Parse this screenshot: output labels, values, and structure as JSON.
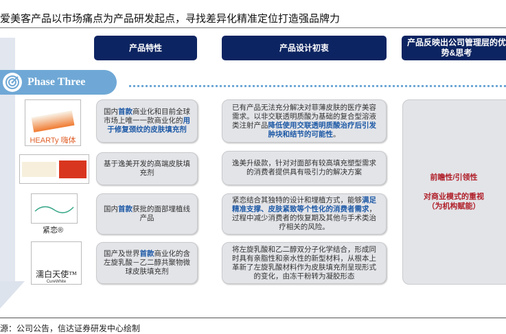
{
  "title": "爱美客产品以市场痛点为产品研发起点，寻找差异化精准定位打造强品牌力",
  "headers": [
    "产品特性",
    "产品设计初衷",
    "产品反映出公司管理层的优势&思考"
  ],
  "phase": "Phase Three",
  "products": [
    {
      "brand": "HEARTy 嗨体",
      "feature": [
        "国内",
        "首款",
        "商业化和目前全球市场上唯一一款商业化的",
        "用于修复颈纹的皮肤填充剂",
        ""
      ],
      "design": [
        "已有产品无法充分解决对菲薄皮肤的医疗美容需求。以非交联透明质酸为基础的复合型溶液类注射产品",
        "降低使用交联透明质酸治疗后引发肿块和结节的可能性",
        "。"
      ]
    },
    {
      "brand": "",
      "feature": [
        "",
        "",
        "基于逸美开发的高端皮肤填充剂",
        "",
        ""
      ],
      "design": [
        "逸美升级款，针对对面部有较高填充塑型需求的消费者提供具有吸引力的解决方案",
        "",
        ""
      ]
    },
    {
      "brand": "紧恋®",
      "feature": [
        "国内",
        "首款",
        "获批的面部埋植线产品",
        "",
        ""
      ],
      "design": [
        "紧恋结合其独特的设计和埋植方式，能够",
        "满足精准支撑、皮肤紧致等个性化的消费者需求",
        "，过程中减少消费者的恢复期及其他与手术类治疗相关的风险。"
      ]
    },
    {
      "brand": "濡白天使™",
      "brand_en": "CureWhite",
      "feature": [
        "国产及世界",
        "首款",
        "商业化的含左旋乳酸－乙二醇共聚物微球皮肤填充剂",
        "",
        ""
      ],
      "design": [
        "将左旋乳酸和乙二醇双分子化学结合，形成同时具有亲脂性和亲水性的新型材料，从根本上革新了左旋乳酸材料作为皮肤填充剂呈现形式的变化，由冻干粉转为凝胶形态",
        "",
        ""
      ]
    }
  ],
  "management": [
    "前瞻性/引领性",
    "对商业模式的重视",
    "（为机构赋能）"
  ],
  "source": "源：公司公告，信达证券研发中心绘制",
  "colors": {
    "navy": "#0c2461",
    "accent": "#1f5aa6",
    "red": "#b0202a",
    "pill": "#6fa8d6"
  }
}
